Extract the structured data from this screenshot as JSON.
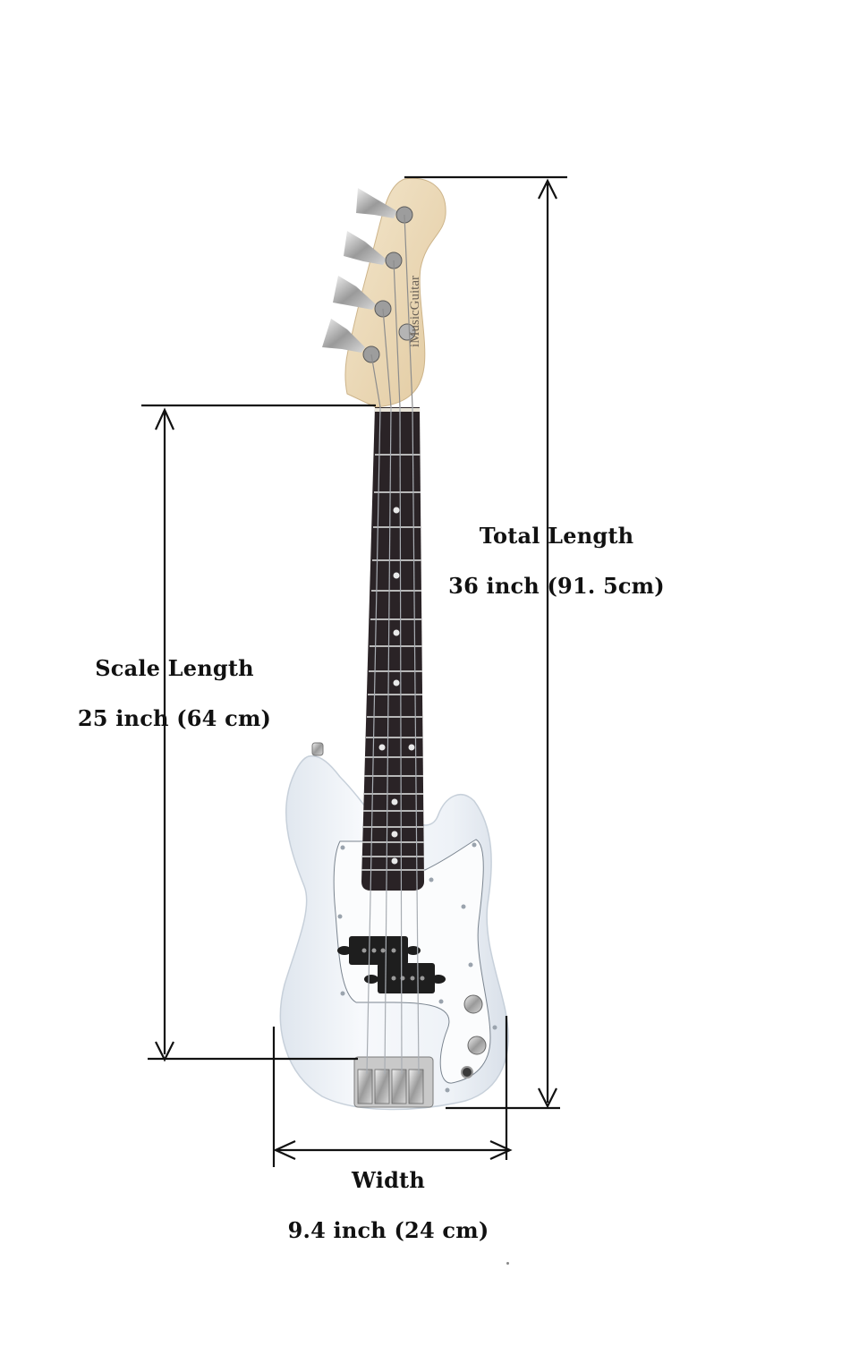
{
  "guitar": {
    "brand": "iMusicGuitar",
    "body_color": "#f3f6fa",
    "headstock_color": "#ecd9b8",
    "fretboard_color": "#2a2326",
    "pickguard_color": "#fbfcfd",
    "strings": 4,
    "fret_markers": "dots"
  },
  "dimensions": {
    "total_length": {
      "title": "Total Length",
      "value": "36 inch (91. 5cm)"
    },
    "scale_length": {
      "title": "Scale Length",
      "value": "25 inch (64 cm)"
    },
    "width": {
      "title": "Width",
      "value": "9.4 inch (24 cm)"
    }
  },
  "colors": {
    "line": "#111111",
    "background": "#ffffff"
  }
}
